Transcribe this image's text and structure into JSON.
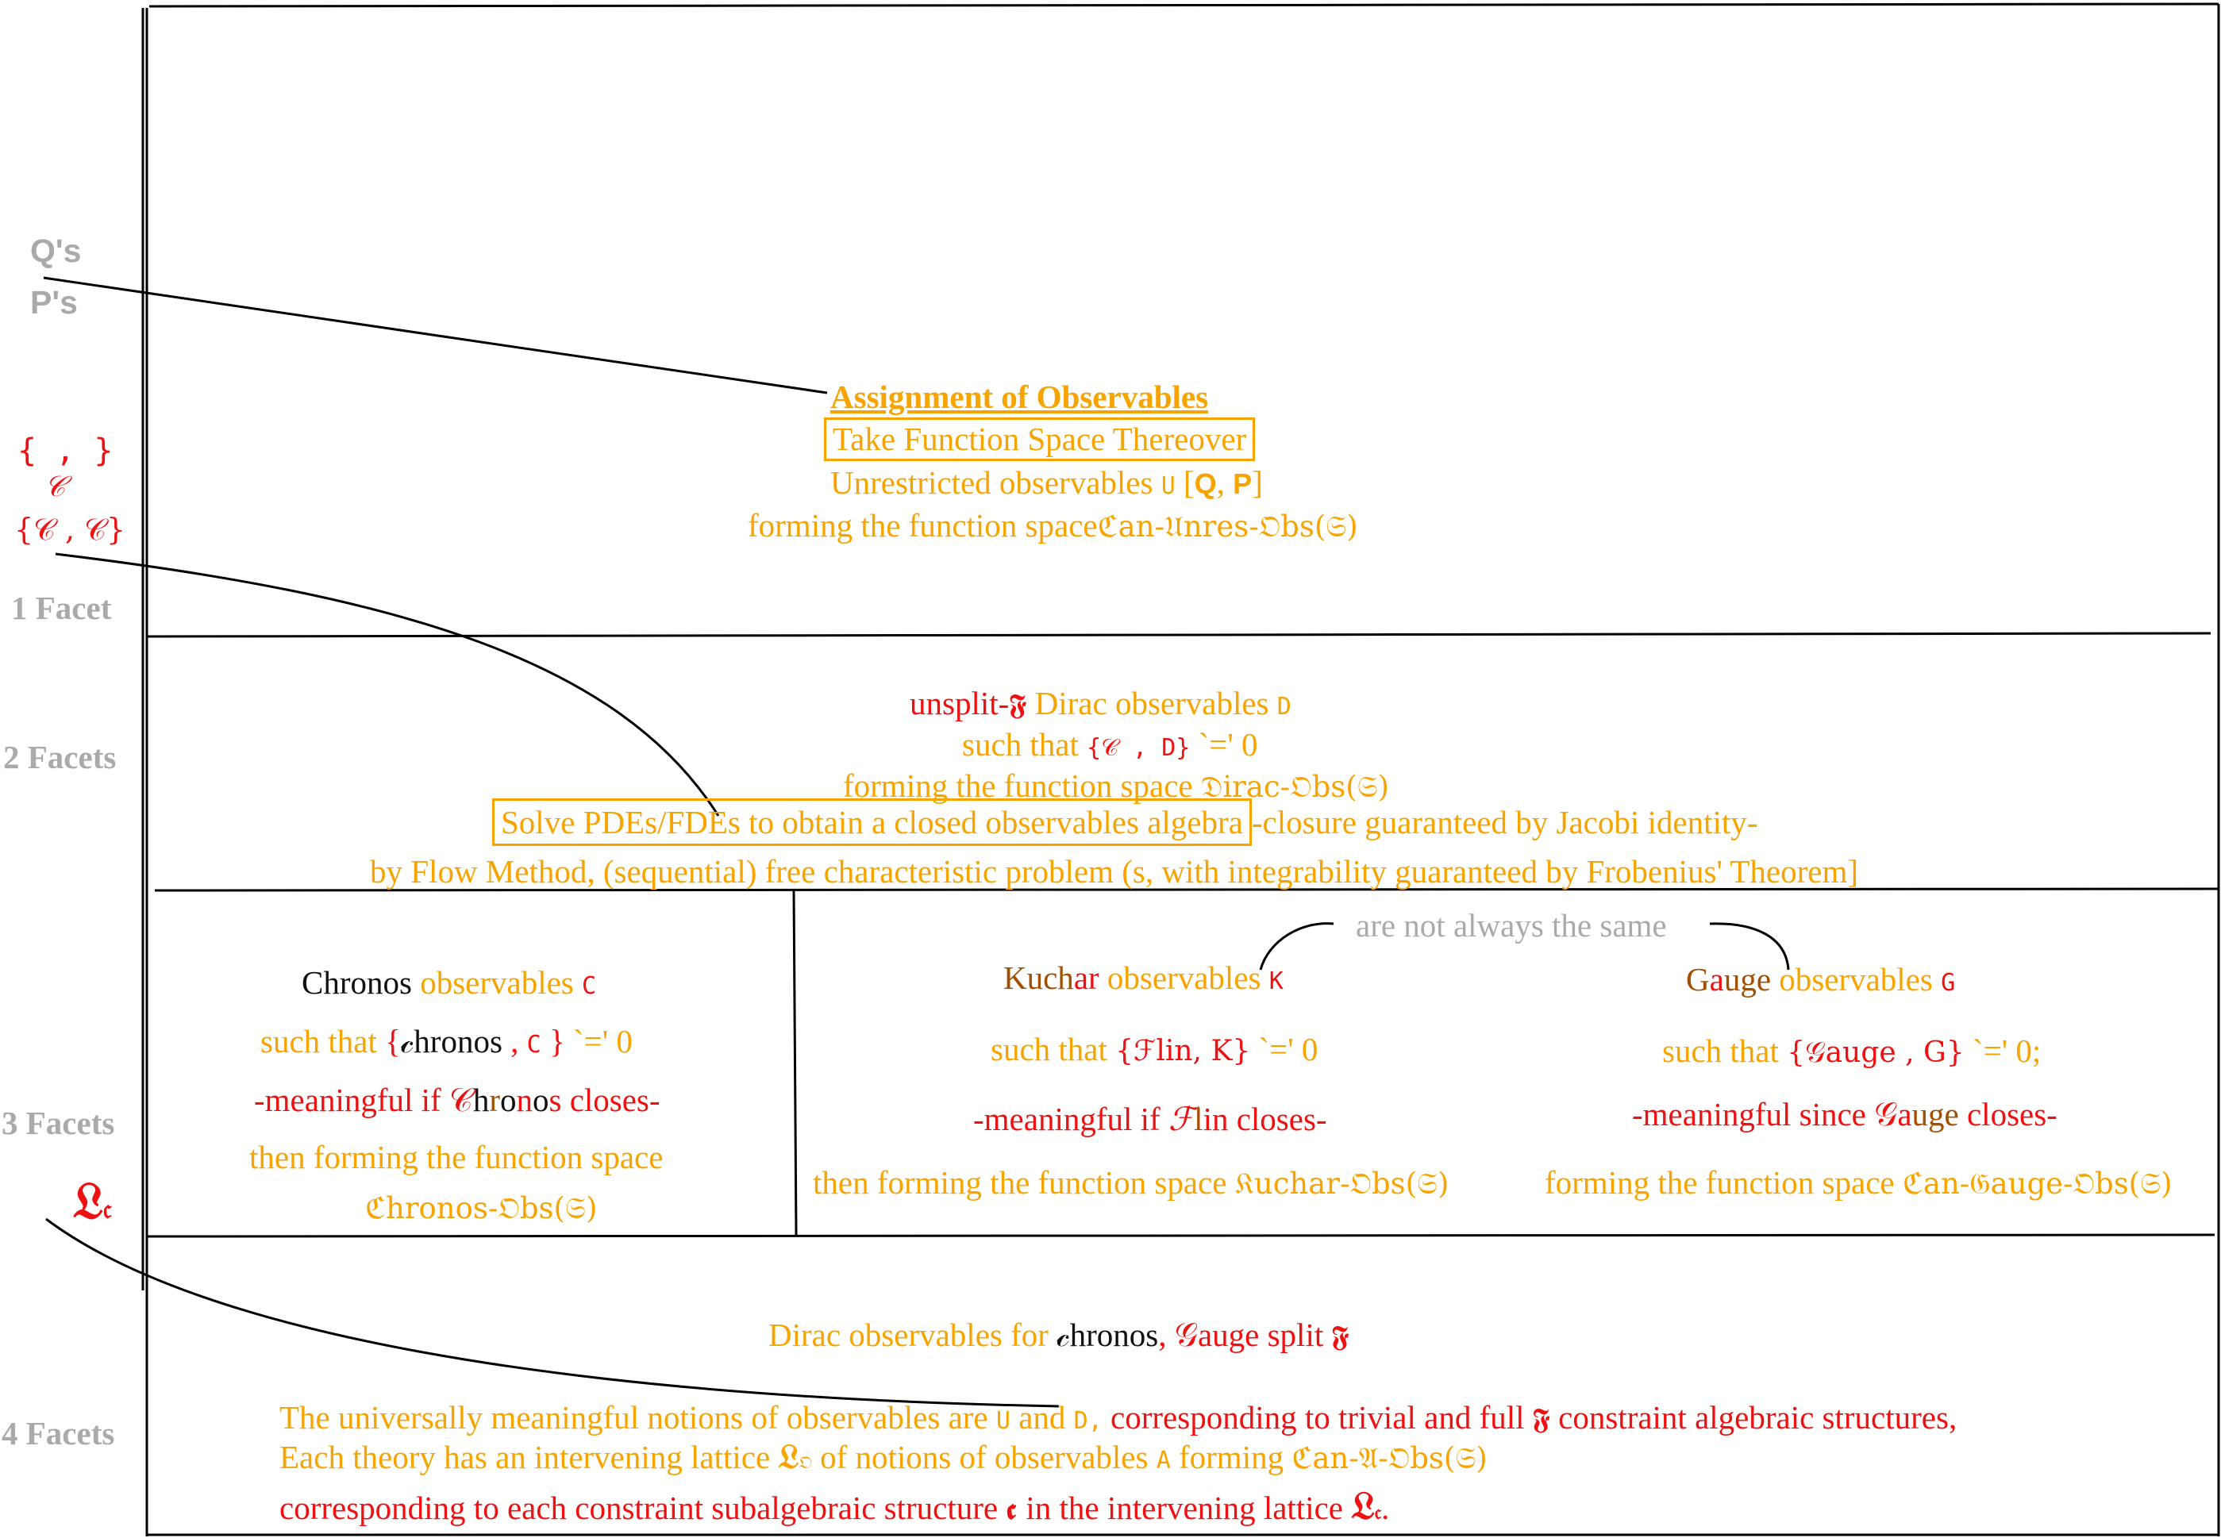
{
  "left_labels": {
    "qs": "Q's",
    "ps": "P's",
    "braces": "{ ,  }",
    "c_script": "𝒞",
    "cc_bracket": "{𝒞 , 𝒞}",
    "big_L": "𝔏",
    "big_L_sub": "𝔠"
  },
  "facets": {
    "f1": "1 Facet",
    "f2": "2 Facets",
    "f3": "3 Facets",
    "f4": "4 Facets"
  },
  "row1": {
    "title": "Assignment of Observables",
    "boxed": "Take Function Space Thereover",
    "line3_text": "Unrestricted observables",
    "line3_sym": "U",
    "line3_args_open": "[",
    "line3_q": "Q",
    "line3_comma": ", ",
    "line3_p": "P",
    "line3_args_close": "]",
    "line4_text": "forming the function space",
    "line4_sym": "ℭan-𝔘nres-𝔒bs(𝔖)"
  },
  "row2": {
    "l1_red": "unsplit-",
    "l1_frak": "𝕱",
    "l1_text": " Dirac observables ",
    "l1_sym": "D",
    "l2_text": "such that  ",
    "l2_bracket": "{𝒞 , D}",
    "l2_eq": " `=' 0",
    "l3_text": "forming the function space ",
    "l3_sym": "𝔇irac-𝔒bs(𝔖)",
    "l4_boxed": "Solve PDEs/FDEs to obtain a closed observables algebra",
    "l4_rest": "-closure guaranteed by Jacobi identity-",
    "l5": "by Flow Method, (sequential) free characteristic problem (s, with integrability guaranteed by Frobenius' Theorem]"
  },
  "row3": {
    "chronos": {
      "name": "Chronos",
      "obs": " observables ",
      "sym": "C",
      "such": "such that  ",
      "bracket_open": "{",
      "bracket_name": "𝒸hronos",
      "bracket_sep": " , ",
      "bracket_sym": "C",
      "bracket_close": " }",
      "eq": " `=' 0",
      "meaning_a": "-meaningful if ",
      "meaning_c": "𝒞",
      "meaning_h": "h",
      "meaning_r": "r",
      "meaning_o": "o",
      "meaning_n": "n",
      "meaning_o2": "o",
      "meaning_s": "s",
      "meaning_b": " closes-",
      "then": "then forming the function space",
      "space": "ℭhronos-𝔒bs(𝔖)"
    },
    "kuchar": {
      "name_k": "Kuch",
      "name_ar": "ar",
      "obs": " observables ",
      "sym": "K",
      "such": "such that ",
      "bracket": "{ℱlin, K}",
      "eq": " `=' 0",
      "meaning_a": "-meaningful if ",
      "meaning_f": "ℱ",
      "meaning_l": "l",
      "meaning_in": "in",
      "meaning_b": " closes-",
      "then": "then forming the function space ",
      "space": "𝔎uchar-𝔒bs(𝔖)"
    },
    "gauge": {
      "name_g": "G",
      "name_a": "a",
      "name_uge": "uge",
      "obs": " observables ",
      "sym": "G",
      "such": "such that  ",
      "bracket": "{𝒢auge , G}",
      "eq": " `=' 0;",
      "meaning_a": "-meaningful since ",
      "meaning_g": "𝒢",
      "meaning_a2": "a",
      "meaning_uge": "uge",
      "meaning_b": " closes-",
      "then": "forming the function space ",
      "space": "ℭan-𝔊auge-𝔒bs(𝔖)"
    },
    "not_same": "are not always the same"
  },
  "row4": {
    "l1_a": "Dirac observables for ",
    "l1_chronos": "𝒸hronos",
    "l1_comma": ",  ",
    "l1_gauge": "𝒢auge",
    "l1_split": " split ",
    "l1_frak": "𝕱",
    "l2_a": "The universally meaningful notions of observables are ",
    "l2_u": "U",
    "l2_and": " and ",
    "l2_d": "D,",
    "l2_b": " corresponding to trivial and full ",
    "l2_frak": "𝕱",
    "l2_c": " constraint algebraic structures,",
    "l3_a": "Each theory has an intervening lattice ",
    "l3_L": "𝔏",
    "l3_sub": "𝔒",
    "l3_b": " of notions of observables ",
    "l3_sym": "A",
    "l3_c": "  forming ",
    "l3_space": "ℭan-𝔄-𝔒bs(𝔖)",
    "l4_a": "corresponding to each constraint subalgebraic structure ",
    "l4_c": " 𝖈 ",
    "l4_b": " in the intervening lattice ",
    "l4_L": "𝔏",
    "l4_sub": "𝔠",
    "l4_dot": "."
  },
  "colors": {
    "orange": "#f7a400",
    "red": "#ee1111",
    "grey": "#aaaaaa",
    "brown": "#a34f00",
    "black": "#111111"
  }
}
